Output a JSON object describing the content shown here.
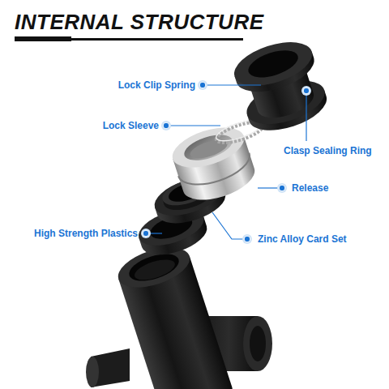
{
  "diagram": {
    "title": "INTERNAL STRUCTURE",
    "labels": [
      "Lock Clip Spring",
      "Lock Sleeve",
      "Clasp Sealing Ring",
      "Release",
      "High Strength Plastics",
      "Zinc Alloy Card Set"
    ]
  }
}
